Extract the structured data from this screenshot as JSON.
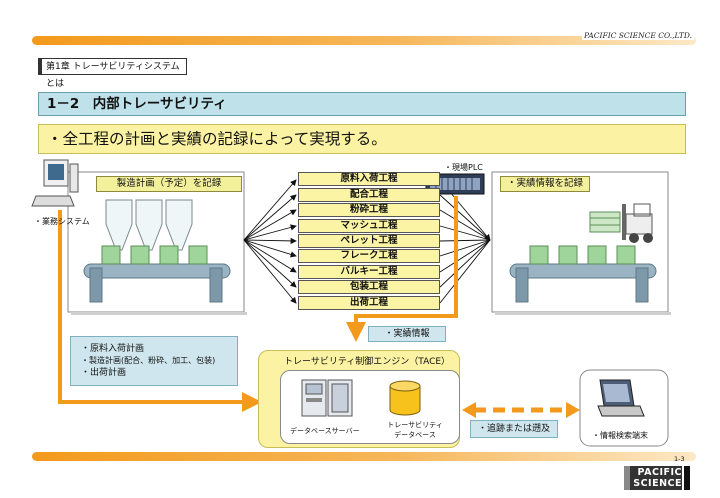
{
  "header": {
    "company": "PACIFIC SCIENCE CO.,LTD.",
    "chapter": "第1章 トレーサビリティシステムとは"
  },
  "title": "1－2　内部トレーサビリティ",
  "subtitle": "・全工程の計画と実績の記録によって実現する。",
  "left_panel": {
    "label": "製造計画（予定）を記録",
    "computer_label": "・業務システム"
  },
  "processes": [
    "原料入荷工程",
    "配合工程",
    "粉砕工程",
    "マッシュ工程",
    "ペレット工程",
    "フレーク工程",
    "バルキー工程",
    "包装工程",
    "出荷工程"
  ],
  "plc_label": "・現場PLC",
  "right_panel": {
    "label": "・実績情報を記録"
  },
  "actual_info": "・実績情報",
  "plans": [
    "・原料入荷計画",
    "・製造計画(配合、粉砕、加工、包装)",
    "・出荷計画"
  ],
  "tace": {
    "title": "トレーサビリティ制御エンジン（TACE）",
    "server_label": "データベースサーバー",
    "db_label_1": "トレーサビリティ",
    "db_label_2": "データベース"
  },
  "trace_label": "・追跡または遡及",
  "terminal_label": "・情報検索端末",
  "page_number": "1-3",
  "logo": {
    "line1": "PACIFIC",
    "line2": "SCIENCE"
  },
  "colors": {
    "accent_orange": "#f39a1c",
    "title_blue": "#bfe1ea",
    "highlight_yellow": "#fbf3a3"
  }
}
